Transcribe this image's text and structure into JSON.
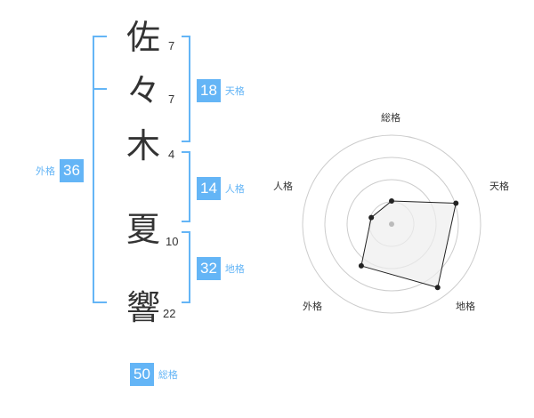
{
  "name": {
    "characters": [
      {
        "char": "佐",
        "strokes": "7"
      },
      {
        "char": "々",
        "strokes": "7"
      },
      {
        "char": "木",
        "strokes": "4"
      },
      {
        "char": "夏",
        "strokes": "10"
      },
      {
        "char": "響",
        "strokes": "22"
      }
    ]
  },
  "scores": {
    "tenkaku": {
      "value": "18",
      "label": "天格"
    },
    "jinkaku": {
      "value": "14",
      "label": "人格"
    },
    "chikaku": {
      "value": "32",
      "label": "地格"
    },
    "gaikaku": {
      "value": "36",
      "label": "外格"
    },
    "soukaku": {
      "value": "50",
      "label": "総格"
    }
  },
  "radar": {
    "axes": [
      "総格",
      "天格",
      "地格",
      "外格",
      "人格"
    ],
    "levels": 4,
    "values": [
      1.3,
      3.8,
      4.4,
      2.9,
      1.2
    ],
    "max": 5,
    "grid_color": "#cccccc",
    "fill_color": "#eeeeee",
    "line_color": "#222222"
  },
  "colors": {
    "accent": "#64b5f6"
  }
}
